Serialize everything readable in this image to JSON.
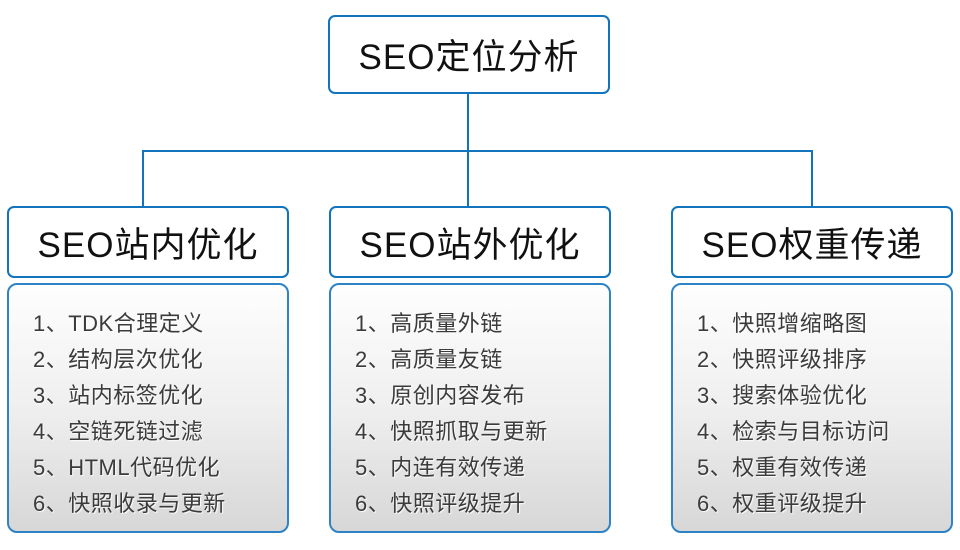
{
  "colors": {
    "accent_blue": "#1274bd",
    "panel_border_blue": "#2e83c6",
    "panel_gradient_top": "#fefefe",
    "panel_gradient_bottom": "#d7d7d7",
    "title_text": "#111111",
    "list_text": "#3b3b3b"
  },
  "diagram": {
    "root_title": "SEO定位分析",
    "branches": [
      {
        "title": "SEO站内优化",
        "items": [
          "1、TDK合理定义",
          "2、结构层次优化",
          "3、站内标签优化",
          "4、空链死链过滤",
          "5、HTML代码优化",
          "6、快照收录与更新"
        ]
      },
      {
        "title": "SEO站外优化",
        "items": [
          "1、高质量外链",
          "2、高质量友链",
          "3、原创内容发布",
          "4、快照抓取与更新",
          "5、内连有效传递",
          "6、快照评级提升"
        ]
      },
      {
        "title": "SEO权重传递",
        "items": [
          "1、快照增缩略图",
          "2、快照评级排序",
          "3、搜索体验优化",
          "4、检索与目标访问",
          "5、权重有效传递",
          "6、权重评级提升"
        ]
      }
    ]
  }
}
